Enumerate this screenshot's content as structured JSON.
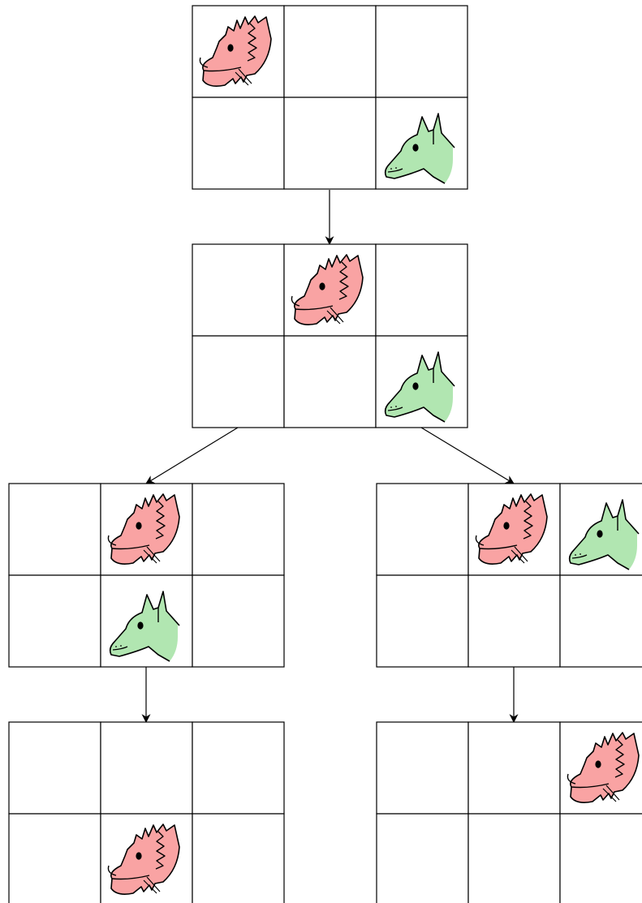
{
  "diagram": {
    "grid": {
      "rows": 2,
      "cols": 3
    },
    "colors": {
      "dragon": "#f9a3a3",
      "wolf": "#b1e6b1",
      "line": "#000000"
    },
    "boards": [
      {
        "id": "root",
        "pieces": [
          {
            "type": "dragon",
            "row": 0,
            "col": 0
          },
          {
            "type": "wolf",
            "row": 1,
            "col": 2
          }
        ]
      },
      {
        "id": "step-1",
        "pieces": [
          {
            "type": "dragon",
            "row": 0,
            "col": 1
          },
          {
            "type": "wolf",
            "row": 1,
            "col": 2
          }
        ]
      },
      {
        "id": "left-branch",
        "pieces": [
          {
            "type": "dragon",
            "row": 0,
            "col": 1
          },
          {
            "type": "wolf",
            "row": 1,
            "col": 1
          }
        ]
      },
      {
        "id": "right-branch",
        "pieces": [
          {
            "type": "dragon",
            "row": 0,
            "col": 1
          },
          {
            "type": "wolf",
            "row": 0,
            "col": 2
          }
        ]
      },
      {
        "id": "left-leaf",
        "pieces": [
          {
            "type": "dragon",
            "row": 1,
            "col": 1
          }
        ]
      },
      {
        "id": "right-leaf",
        "pieces": [
          {
            "type": "dragon",
            "row": 0,
            "col": 2
          }
        ]
      }
    ],
    "edges": [
      {
        "from": "root",
        "to": "step-1"
      },
      {
        "from": "step-1",
        "to": "left-branch"
      },
      {
        "from": "step-1",
        "to": "right-branch"
      },
      {
        "from": "left-branch",
        "to": "left-leaf"
      },
      {
        "from": "right-branch",
        "to": "right-leaf"
      }
    ]
  }
}
